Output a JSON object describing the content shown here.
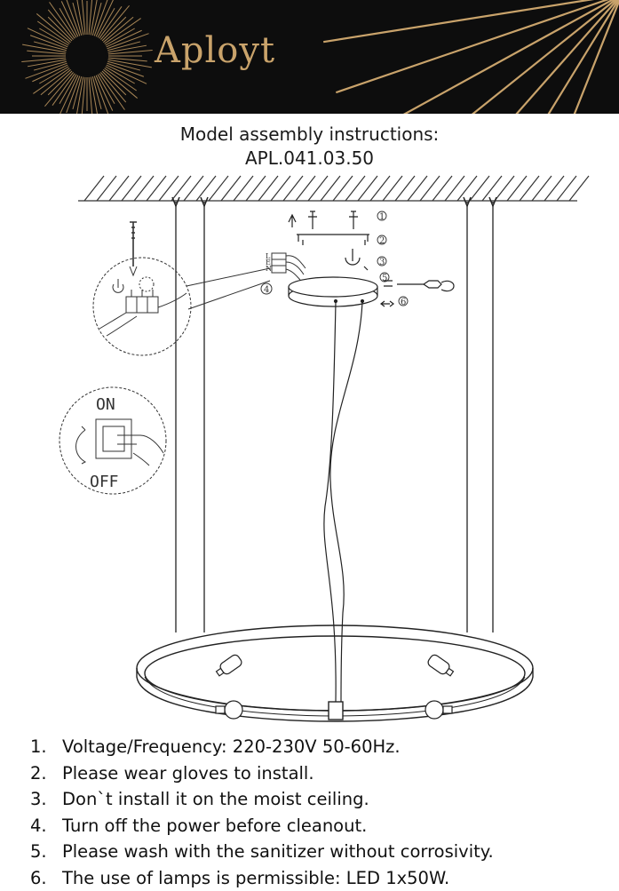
{
  "brand": {
    "name": "Aployt",
    "color": "#c9a36b"
  },
  "heading": {
    "line1": "Model assembly instructions:",
    "line2": "APL.041.03.50"
  },
  "diagram": {
    "step_labels": [
      "1",
      "2",
      "3",
      "5",
      "6"
    ],
    "step4_label": "4",
    "terminal_labels": [
      "L",
      "E",
      "N"
    ],
    "switch": {
      "on_label": "ON",
      "off_label": "OFF"
    }
  },
  "instructions": [
    {
      "num": "1.",
      "text": "Voltage/Frequency: 220-230V 50-60Hz."
    },
    {
      "num": "2.",
      "text": "Please wear gloves to install."
    },
    {
      "num": "3.",
      "text": "Don`t install it on the moist ceiling."
    },
    {
      "num": "4.",
      "text": "Turn off the power before cleanout."
    },
    {
      "num": "5.",
      "text": "Please wash with the sanitizer without corrosivity."
    },
    {
      "num": "6.",
      "text": "The use of lamps is permissible: LED 1x50W."
    }
  ]
}
